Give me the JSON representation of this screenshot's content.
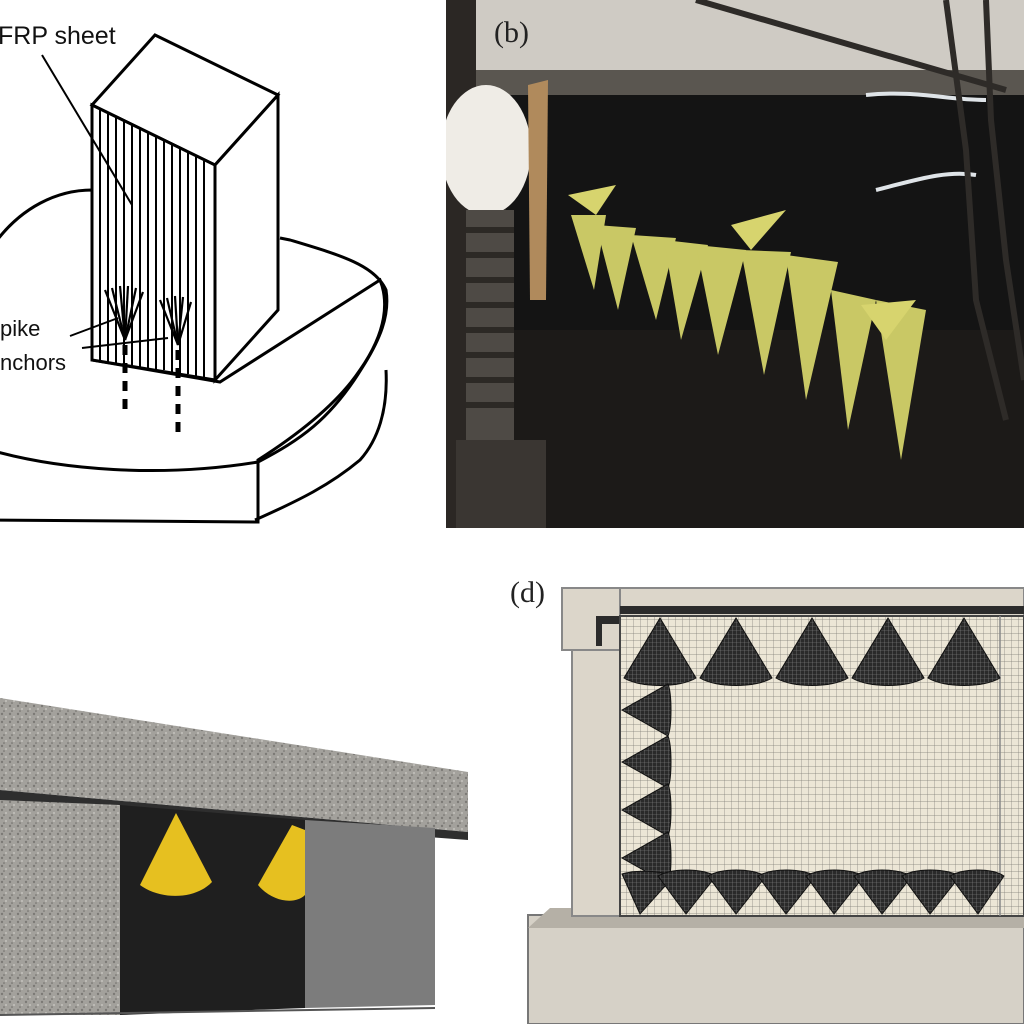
{
  "figure": {
    "panels": [
      {
        "id": "a",
        "letter": ""
      },
      {
        "id": "b",
        "letter": "(b)"
      },
      {
        "id": "c",
        "letter": ""
      },
      {
        "id": "d",
        "letter": "(d)"
      }
    ]
  },
  "panel_a": {
    "labels": {
      "frp_sheet": "FRP sheet",
      "spike": "pike",
      "anchors": "nchors"
    }
  },
  "colors": {
    "concrete_light": "#d9d2c6",
    "concrete_gray": "#a9a7a3",
    "frp_black": "#1e1e1e",
    "anchor_yellow": "#e8c21e",
    "photo_green": "#b9c15a"
  }
}
